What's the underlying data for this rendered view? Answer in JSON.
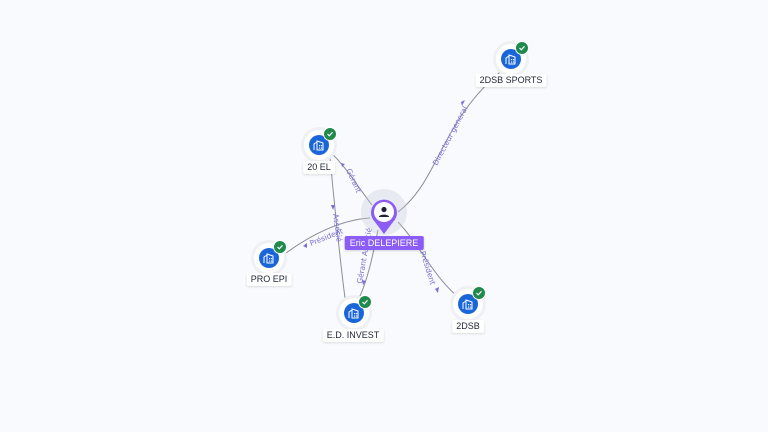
{
  "center_person": {
    "name": "Eric DELEPIERE",
    "icon": "person-icon",
    "color": "#8b5cf6"
  },
  "companies": [
    {
      "id": "2dsb-sports",
      "name": "2DSB SPORTS",
      "icon": "building-icon",
      "verified": true
    },
    {
      "id": "20-el",
      "name": "20 EL",
      "icon": "building-icon",
      "verified": true
    },
    {
      "id": "pro-epi",
      "name": "PRO EPI",
      "icon": "building-icon",
      "verified": true
    },
    {
      "id": "ed-invest",
      "name": "E.D. INVEST",
      "icon": "building-icon",
      "verified": true
    },
    {
      "id": "2dsb",
      "name": "2DSB",
      "icon": "building-icon",
      "verified": true
    }
  ],
  "relations": [
    {
      "label": "Directeur general",
      "from": "center",
      "to": "2dsb-sports"
    },
    {
      "label": "Gérant",
      "from": "center",
      "to": "20-el"
    },
    {
      "label": "Président",
      "from": "center",
      "to": "pro-epi"
    },
    {
      "label": "Gérant Associé",
      "from": "center",
      "to": "ed-invest"
    },
    {
      "label": "Président",
      "from": "center",
      "to": "2dsb"
    },
    {
      "label": "Associé",
      "from": "ed-invest",
      "to": "20-el"
    }
  ],
  "colors": {
    "company_icon": "#1a66d9",
    "verified_badge": "#1f8a4c",
    "relation_label": "#7a6fd6",
    "edge": "#8a8e99",
    "background": "#f8fafd"
  }
}
